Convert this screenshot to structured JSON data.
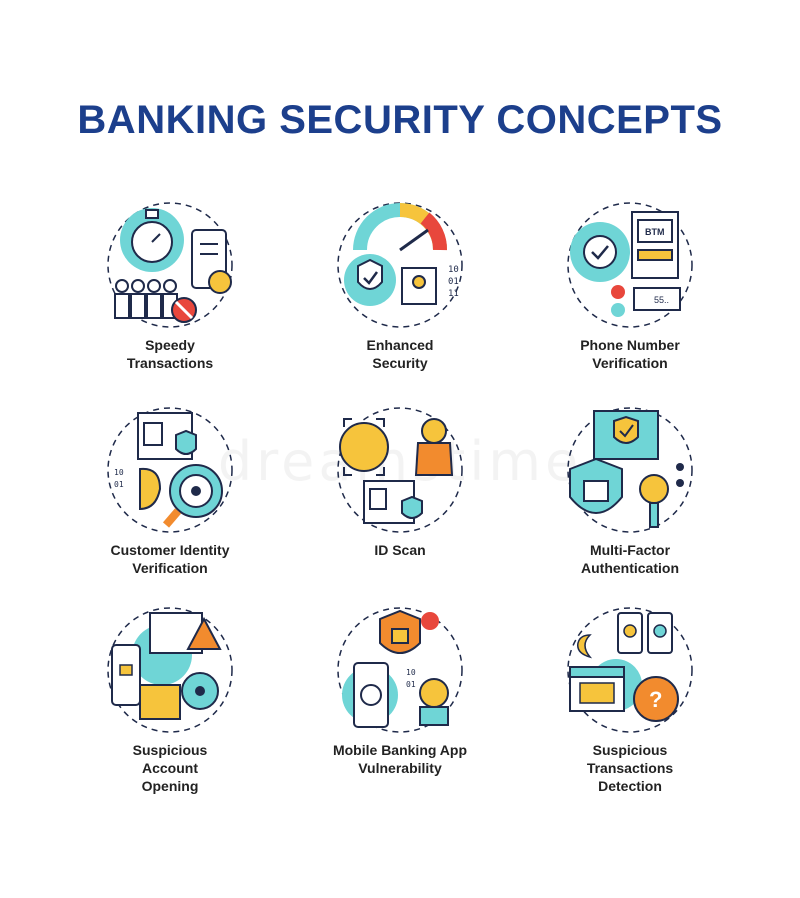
{
  "title": "BANKING SECURITY CONCEPTS",
  "watermark": "dreamstime",
  "colors": {
    "title": "#1c3f8c",
    "accent": "#6fd5d6",
    "orange": "#f28b2e",
    "red": "#e8473c",
    "yellow": "#f6c43c",
    "outline": "#1f2a4a"
  },
  "concepts": [
    {
      "label": "Speedy\nTransactions",
      "icon": "stopwatch-people-icon"
    },
    {
      "label": "Enhanced\nSecurity",
      "icon": "shield-gauge-icon"
    },
    {
      "label": "Phone Number\nVerification",
      "icon": "atm-phone-icon"
    },
    {
      "label": "Customer Identity\nVerification",
      "icon": "id-magnifier-icon"
    },
    {
      "label": "ID Scan",
      "icon": "face-scan-icon"
    },
    {
      "label": "Multi-Factor\nAuthentication",
      "icon": "shield-key-icon"
    },
    {
      "label": "Suspicious\nAccount\nOpening",
      "icon": "warning-calendar-icon"
    },
    {
      "label": "Mobile Banking App\nVulnerability",
      "icon": "app-hacker-icon"
    },
    {
      "label": "Suspicious\nTransactions\nDetection",
      "icon": "calendar-question-icon"
    }
  ]
}
